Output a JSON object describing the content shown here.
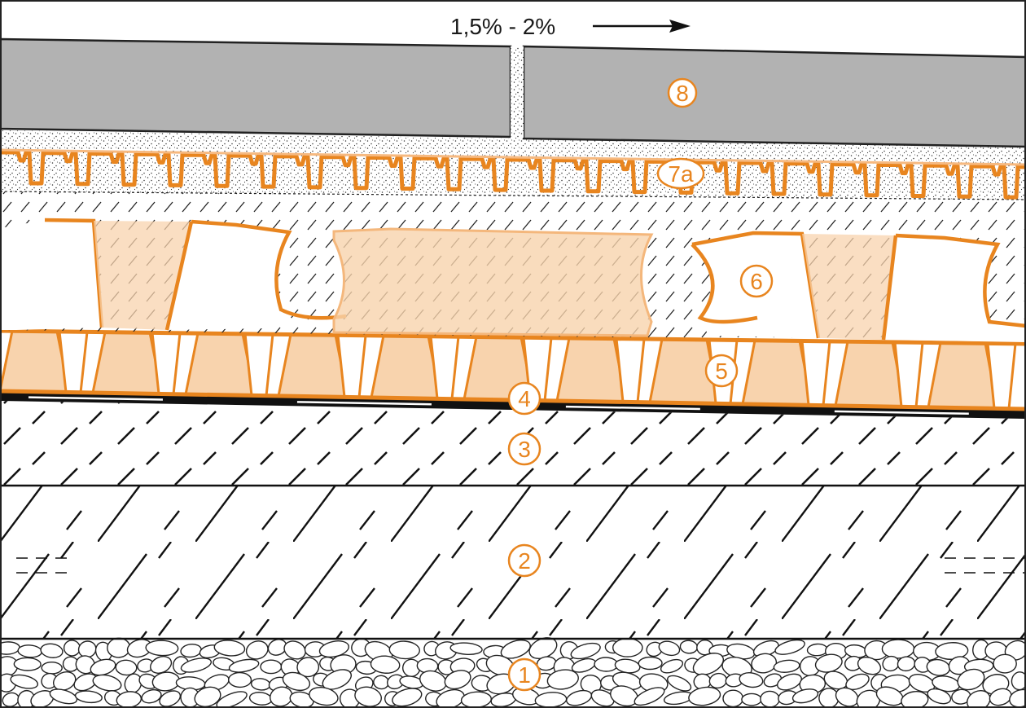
{
  "slope": {
    "label": "1,5% - 2%",
    "direction": "right"
  },
  "callouts": {
    "l1": "1",
    "l2": "2",
    "l3": "3",
    "l4": "4",
    "l5": "5",
    "l6": "6",
    "l7a": "7a",
    "l8": "8"
  },
  "colors": {
    "accent": "#e8851f",
    "accent_fill": "#f8d3ad",
    "tile": "#b2b2b2",
    "ink": "#1a1a1a"
  }
}
